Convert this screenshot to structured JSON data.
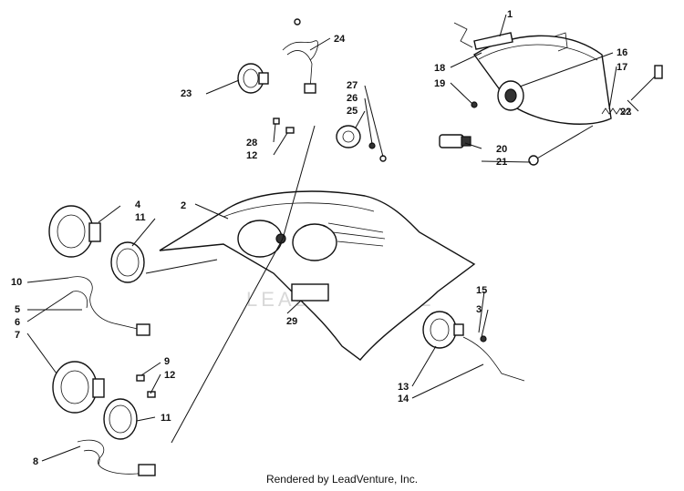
{
  "watermark": "LEADVENTURE",
  "credit": "Rendered by LeadVenture, Inc.",
  "callouts": {
    "c1": "1",
    "c2": "2",
    "c3": "3",
    "c4": "4",
    "c5": "5",
    "c6": "6",
    "c7": "7",
    "c8": "8",
    "c9": "9",
    "c10": "10",
    "c11a": "11",
    "c11b": "11",
    "c12a": "12",
    "c12b": "12",
    "c13": "13",
    "c14": "14",
    "c15": "15",
    "c16": "16",
    "c17": "17",
    "c18": "18",
    "c19": "19",
    "c20": "20",
    "c21": "21",
    "c22": "22",
    "c23": "23",
    "c24": "24",
    "c25": "25",
    "c26": "26",
    "c27": "27",
    "c28": "28",
    "c29": "29"
  }
}
